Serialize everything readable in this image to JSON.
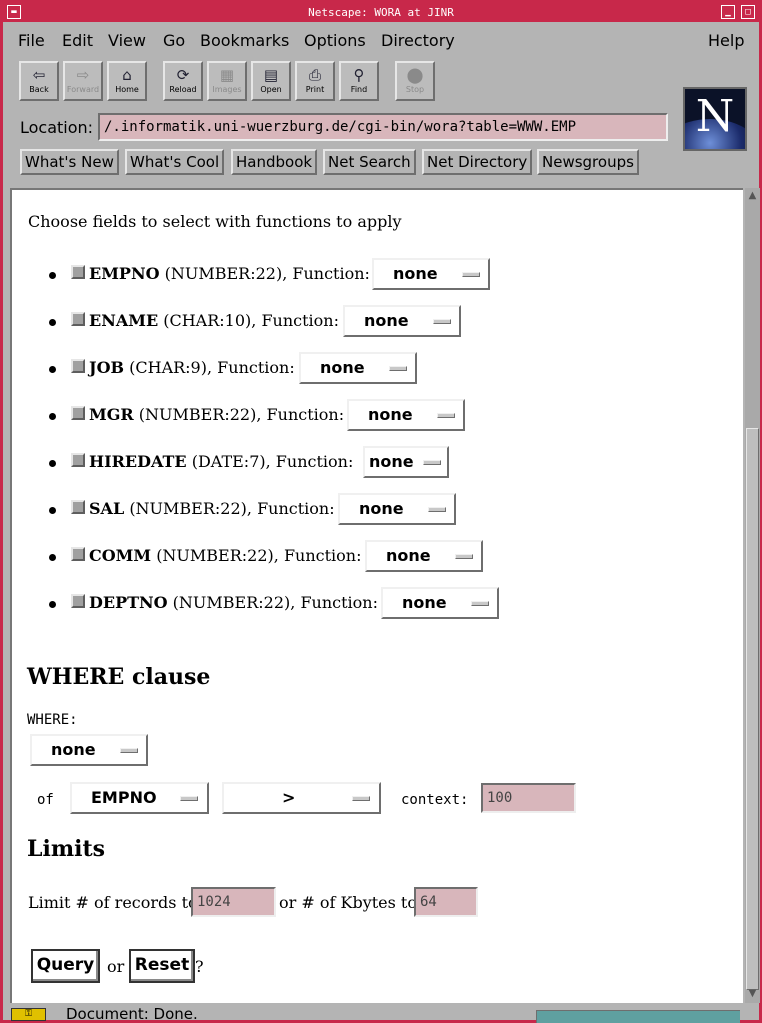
{
  "window": {
    "title": "Netscape: WORA at JINR",
    "min_glyph": "▁",
    "max_glyph": "□"
  },
  "menubar": {
    "items": [
      "File",
      "Edit",
      "View",
      "Go",
      "Bookmarks",
      "Options",
      "Directory"
    ],
    "help": "Help"
  },
  "toolbar": [
    {
      "label": "Back",
      "icon": "back-arrow-icon",
      "glyph": "⇦",
      "enabled": true
    },
    {
      "label": "Forward",
      "icon": "forward-arrow-icon",
      "glyph": "⇨",
      "enabled": false
    },
    {
      "label": "Home",
      "icon": "home-icon",
      "glyph": "⌂",
      "enabled": true
    },
    {
      "label": "Reload",
      "icon": "reload-icon",
      "glyph": "⟳",
      "enabled": true
    },
    {
      "label": "Images",
      "icon": "images-icon",
      "glyph": "▦",
      "enabled": false
    },
    {
      "label": "Open",
      "icon": "open-icon",
      "glyph": "▤",
      "enabled": true
    },
    {
      "label": "Print",
      "icon": "print-icon",
      "glyph": "⎙",
      "enabled": true
    },
    {
      "label": "Find",
      "icon": "find-icon",
      "glyph": "⚲",
      "enabled": true
    },
    {
      "label": "Stop",
      "icon": "stop-icon",
      "glyph": "⬤",
      "enabled": false
    }
  ],
  "location": {
    "label": "Location:",
    "value": "/.informatik.uni-wuerzburg.de/cgi-bin/wora?table=WWW.EMP"
  },
  "logo": {
    "letter": "N"
  },
  "directory_buttons": [
    "What's New",
    "What's Cool",
    "Handbook",
    "Net Search",
    "Net Directory",
    "Newsgroups"
  ],
  "page": {
    "intro": "Choose fields to select with functions to apply",
    "function_label": ", Function:",
    "fields": [
      {
        "name": "EMPNO",
        "type": "(NUMBER:22)",
        "function": "none"
      },
      {
        "name": "ENAME",
        "type": "(CHAR:10)",
        "function": "none"
      },
      {
        "name": "JOB",
        "type": "(CHAR:9)",
        "function": "none"
      },
      {
        "name": "MGR",
        "type": "(NUMBER:22)",
        "function": "none"
      },
      {
        "name": "HIREDATE",
        "type": "(DATE:7)",
        "function": "none"
      },
      {
        "name": "SAL",
        "type": "(NUMBER:22)",
        "function": "none"
      },
      {
        "name": "COMM",
        "type": "(NUMBER:22)",
        "function": "none"
      },
      {
        "name": "DEPTNO",
        "type": "(NUMBER:22)",
        "function": "none"
      }
    ],
    "where": {
      "heading": "WHERE clause",
      "label": "WHERE:",
      "function": "none",
      "of_label": "of",
      "field": "EMPNO",
      "operator": ">",
      "context_label": "context:",
      "context_value": "100"
    },
    "limits": {
      "heading": "Limits",
      "records_label": "Limit # of records to",
      "records_value": "1024",
      "or_label": "or # of Kbytes to",
      "kbytes_value": "64"
    },
    "actions": {
      "query": "Query",
      "or": "or",
      "reset": "Reset",
      "suffix": "?"
    }
  },
  "status": {
    "text": "Document: Done."
  }
}
